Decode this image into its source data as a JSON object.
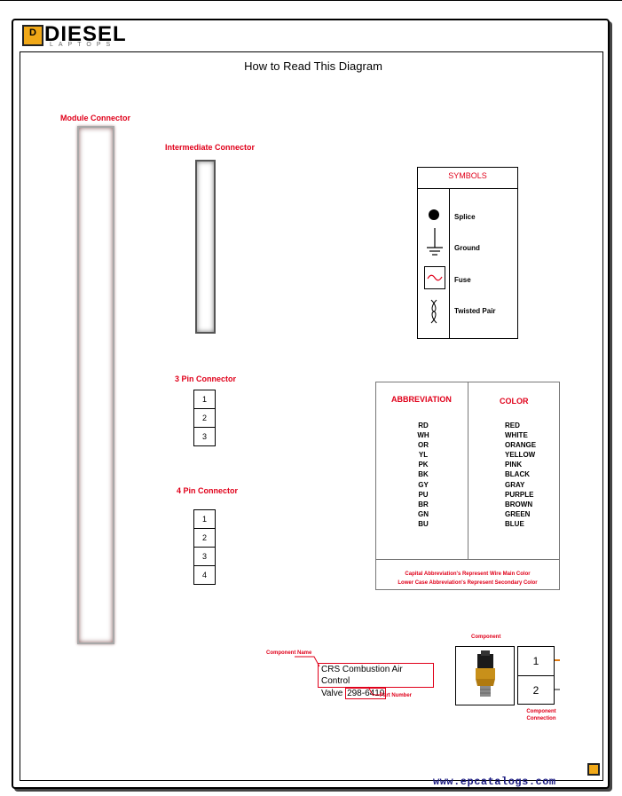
{
  "brand": {
    "logo_letter": "D",
    "word": "DIESEL",
    "sub": "LAPTOPS"
  },
  "title": "How to Read This Diagram",
  "labels": {
    "module_connector": "Module Connector",
    "intermediate_connector": "Intermediate Connector",
    "three_pin": "3 Pin Connector",
    "four_pin": "4 Pin Connector"
  },
  "three_pin_pins": [
    "1",
    "2",
    "3"
  ],
  "four_pin_pins": [
    "1",
    "2",
    "3",
    "4"
  ],
  "symbols": {
    "header": "SYMBOLS",
    "items": [
      {
        "label": "Splice",
        "icon": "splice-dot"
      },
      {
        "label": "Ground",
        "icon": "ground-symbol"
      },
      {
        "label": "Fuse",
        "icon": "fuse-symbol"
      },
      {
        "label": "Twisted Pair",
        "icon": "twisted-pair-symbol"
      }
    ]
  },
  "abbreviations": {
    "col_abbr": "ABBREVIATION",
    "col_color": "COLOR",
    "rows": [
      {
        "abbr": "RD",
        "color": "RED"
      },
      {
        "abbr": "WH",
        "color": "WHITE"
      },
      {
        "abbr": "OR",
        "color": "ORANGE"
      },
      {
        "abbr": "YL",
        "color": "YELLOW"
      },
      {
        "abbr": "PK",
        "color": "PINK"
      },
      {
        "abbr": "BK",
        "color": "BLACK"
      },
      {
        "abbr": "GY",
        "color": "GRAY"
      },
      {
        "abbr": "PU",
        "color": "PURPLE"
      },
      {
        "abbr": "BR",
        "color": "BROWN"
      },
      {
        "abbr": "GN",
        "color": "GREEN"
      },
      {
        "abbr": "BU",
        "color": "BLUE"
      }
    ],
    "note1": "Capital Abbreviation's Represent Wire Main Color",
    "note2": "Lower Case Abbreviation's Represent Secondary Color"
  },
  "component": {
    "name_line1": "CRS Combustion Air Control",
    "name_line2_prefix": "Valve",
    "part_number": "298-6410",
    "label_component_name": "Component Name",
    "label_part_number": "Part Number",
    "label_component": "Component",
    "label_connection_1": "Component",
    "label_connection_2": "Connection",
    "pins": [
      "1",
      "2"
    ]
  },
  "watermark": "www.epcatalogs.com",
  "colors": {
    "accent_red": "#e0001a",
    "logo_orange": "#f0a818"
  }
}
